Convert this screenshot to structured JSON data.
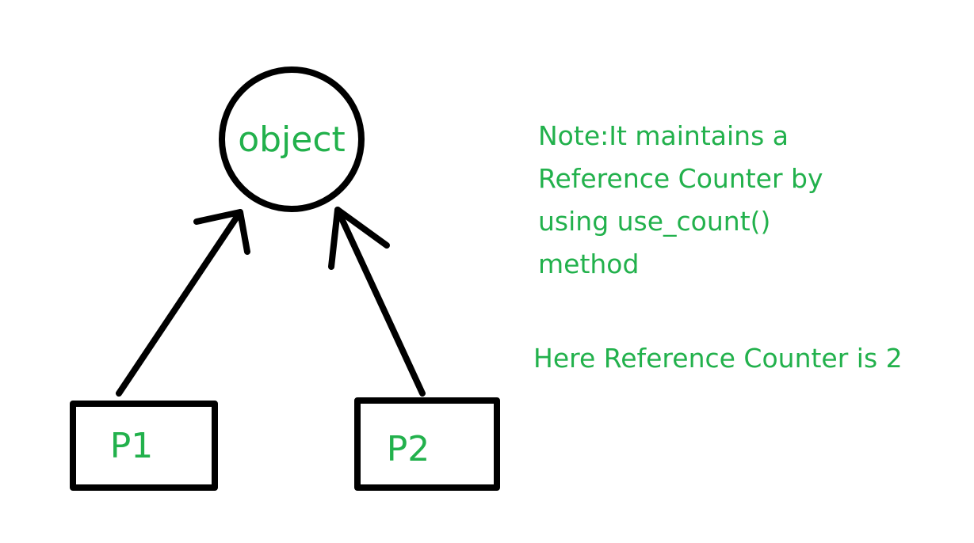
{
  "diagram": {
    "object_label": "object",
    "pointer_1_label": "P1",
    "pointer_2_label": "P2",
    "ink_color": "#000000",
    "text_color": "#22b14c"
  },
  "note": {
    "lines": [
      "Note:It maintains a",
      "Reference Counter by",
      "using use_count()",
      "method"
    ],
    "count_text": "Here Reference Counter is 2"
  }
}
